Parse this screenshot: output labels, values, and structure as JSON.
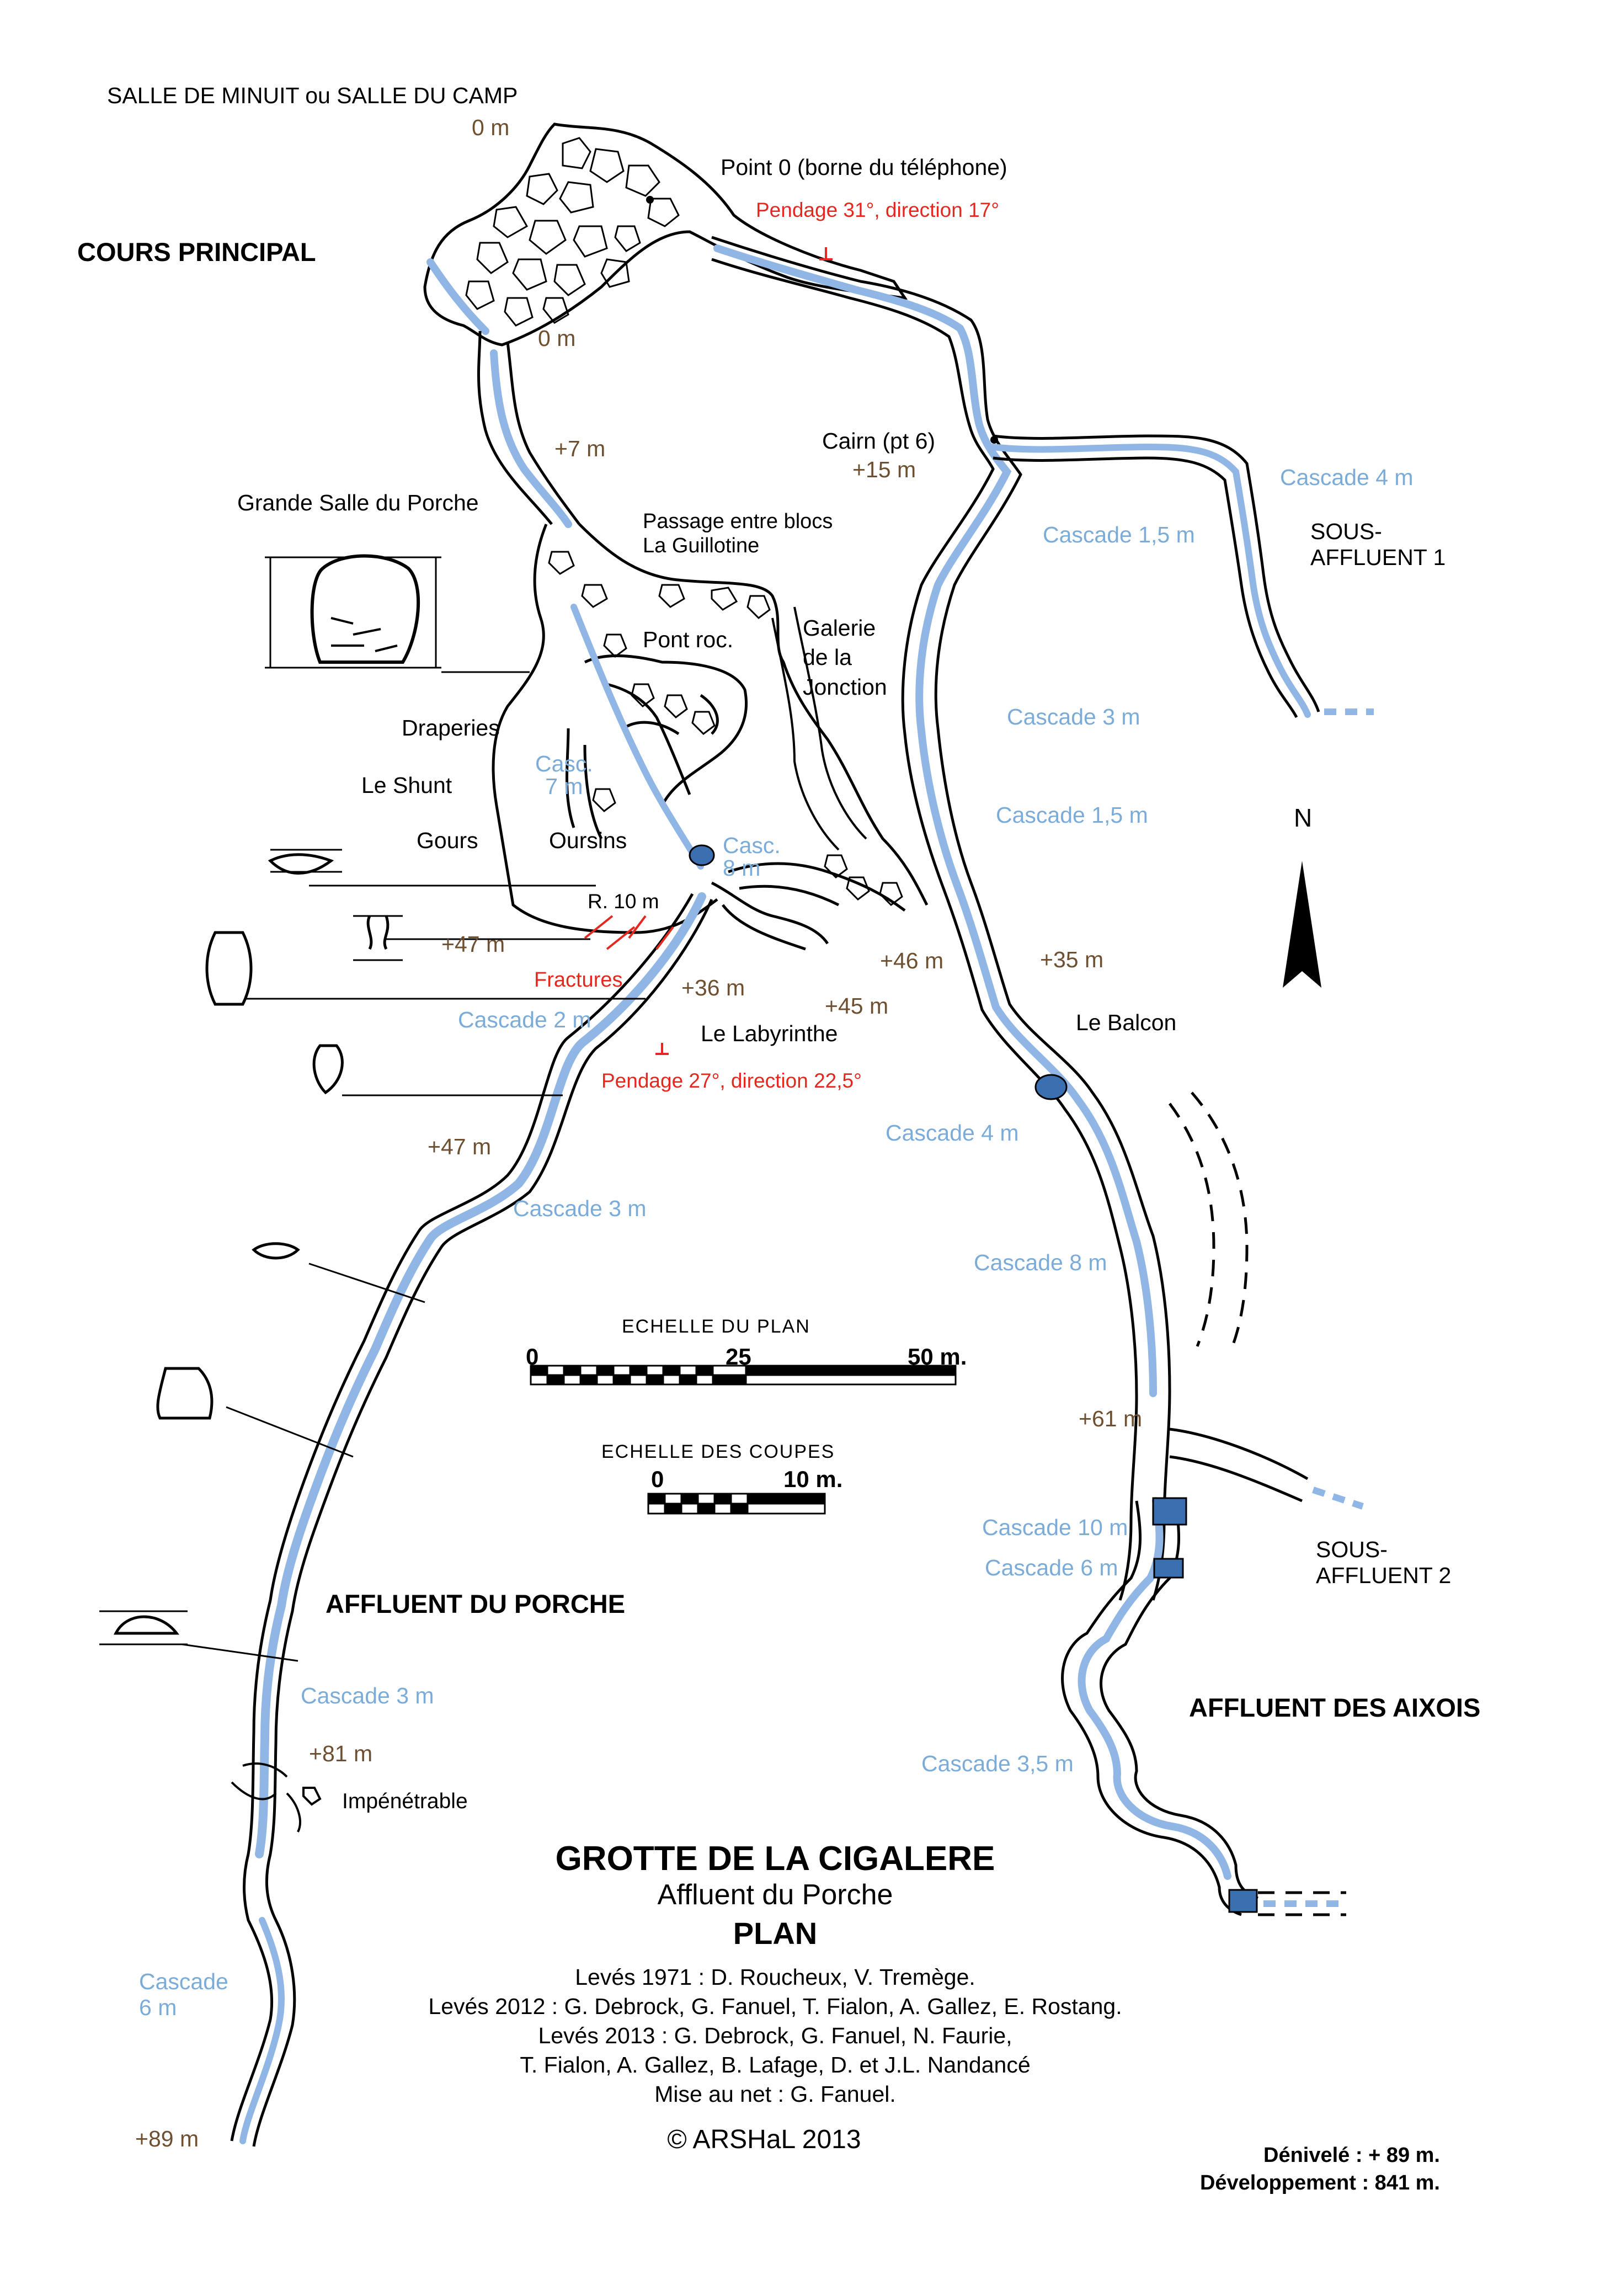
{
  "labels": {
    "salle_minuit": "SALLE DE MINUIT ou SALLE DU CAMP",
    "cours_principal": "COURS PRINCIPAL",
    "point0": "Point 0 (borne du téléphone)",
    "pendage1": "Pendage 31°, direction 17°",
    "elev_0m_a": "0 m",
    "elev_0m_b": "0 m",
    "elev_7": "+7 m",
    "cairn": "Cairn (pt 6)",
    "elev_15": "+15 m",
    "cascade4_sa1": "Cascade 4 m",
    "sous_affluent1": "SOUS-\nAFFLUENT 1",
    "grande_salle": "Grande Salle du Porche",
    "passage_blocs": "Passage entre blocs\nLa Guillotine",
    "cascade15_a": "Cascade 1,5 m",
    "pont_roc": "Pont roc.",
    "galerie_jonction": "Galerie\nde la\nJonction",
    "draperies": "Draperies",
    "cascade3_main": "Cascade 3 m",
    "casc7": "Casc.\n7 m",
    "le_shunt": "Le Shunt",
    "cascade15_b": "Cascade 1,5 m",
    "gours": "Gours",
    "oursins": "Oursins",
    "casc8": "Casc.\n8 m",
    "r10": "R. 10 m",
    "elev_47a": "+47 m",
    "elev_46": "+46 m",
    "elev_35": "+35 m",
    "fractures": "Fractures",
    "elev_36": "+36 m",
    "elev_45": "+45 m",
    "cascade2": "Cascade 2 m",
    "labyrinthe": "Le Labyrinthe",
    "balcon": "Le Balcon",
    "pendage2": "Pendage 27°, direction 22,5°",
    "cascade4_main": "Cascade 4 m",
    "elev_47b": "+47 m",
    "cascade3_porche": "Cascade 3 m",
    "cascade8": "Cascade 8 m",
    "elev_61": "+61 m",
    "cascade10": "Cascade 10 m",
    "cascade6_aixois": "Cascade 6 m",
    "sous_affluent2": "SOUS-\nAFFLUENT 2",
    "affluent_porche": "AFFLUENT DU PORCHE",
    "affluent_aixois": "AFFLUENT DES AIXOIS",
    "cascade3_lower": "Cascade 3 m",
    "elev_81": "+81 m",
    "impenetrable": "Impénétrable",
    "cascade35": "Cascade 3,5 m",
    "cascade6_porche": "Cascade\n6 m",
    "elev_89": "+89 m",
    "north": "N"
  },
  "scale_plan": {
    "title": "ECHELLE DU PLAN",
    "t0": "0",
    "t1": "25",
    "t2": "50 m."
  },
  "scale_coupes": {
    "title": "ECHELLE DES COUPES",
    "t0": "0",
    "t1": "10 m."
  },
  "title_block": {
    "title": "GROTTE DE LA CIGALERE",
    "subtitle": "Affluent du Porche",
    "plan": "PLAN",
    "credits": [
      "Levés 1971 : D. Roucheux, V. Tremège.",
      "Levés 2012 : G. Debrock, G. Fanuel, T. Fialon, A. Gallez, E. Rostang.",
      "Levés 2013 : G. Debrock, G. Fanuel, N. Faurie,",
      "T. Fialon, A. Gallez, B. Lafage, D. et J.L. Nandancé",
      "Mise au net : G. Fanuel."
    ],
    "copyright": "© ARSHaL 2013"
  },
  "stats": {
    "denivele": "Dénivelé : + 89 m.",
    "developpement": "Développement : 841 m."
  },
  "colors": {
    "water": "#8fb6e4",
    "water_dark": "#3a6fb0",
    "elevation": "#6e4f2f",
    "cascade": "#7bacd9",
    "annotation": "#e3281f",
    "wall": "#000000"
  }
}
